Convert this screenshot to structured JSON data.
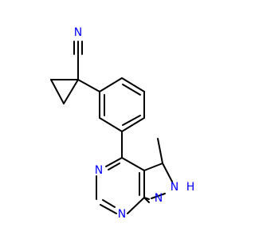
{
  "molecule": {
    "atoms": {
      "nitrile_n": "N",
      "pyrimidine_n1": "N",
      "pyrimidine_n3": "N",
      "pyrazole_n1": "N",
      "pyrazole_n2": "N",
      "pyrazole_h": "H"
    },
    "colors": {
      "bond": "#000000",
      "heteroatom": "#0000ff",
      "background": "#ffffff"
    }
  }
}
